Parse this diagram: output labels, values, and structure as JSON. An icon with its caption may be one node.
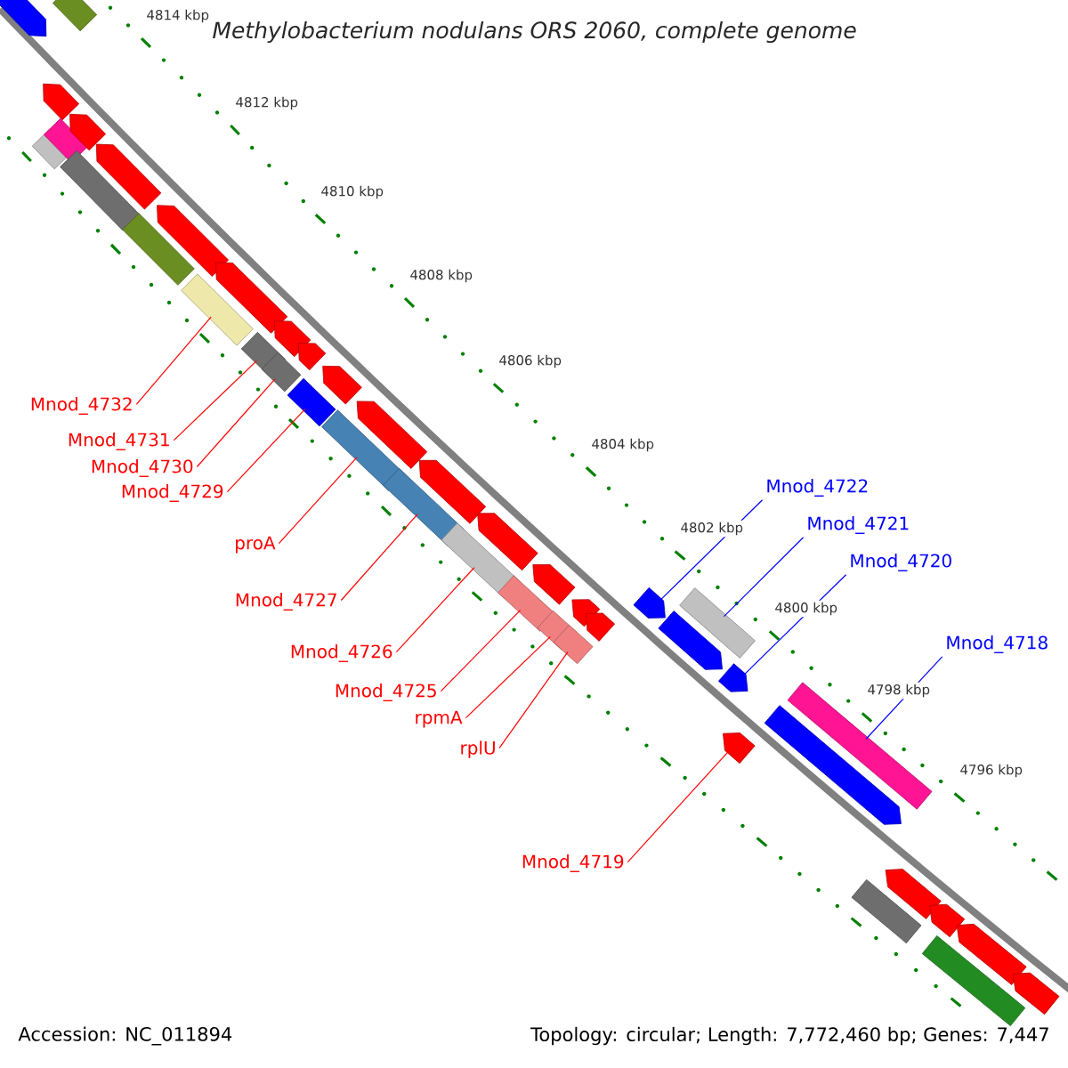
{
  "diagram": {
    "title": "Methylobacterium nodulans ORS 2060, complete genome",
    "nodes": [
      {
        "text": [
          "Mnod_4732"
        ]
      },
      {
        "text": [
          "Mnod_4731"
        ]
      },
      {
        "text": [
          "Mnod_4730"
        ]
      },
      {
        "text": [
          "Mnod_4729"
        ]
      },
      {
        "text": [
          "proA"
        ]
      },
      {
        "text": [
          "Mnod_4727"
        ]
      },
      {
        "text": [
          "Mnod_4726"
        ]
      },
      {
        "text": [
          "Mnod_4725"
        ]
      },
      {
        "text": [
          "rpmA"
        ]
      },
      {
        "text": [
          "rplU"
        ]
      },
      {
        "text": [
          "Mnod_4719"
        ]
      },
      {
        "text": [
          "Mnod_4722"
        ]
      },
      {
        "text": [
          "Mnod_4721"
        ]
      },
      {
        "text": [
          "Mnod_4720"
        ]
      },
      {
        "text": [
          "Mnod_4718"
        ]
      },
      {
        "text": [],
        "shape": "box"
      },
      {
        "text": [],
        "shape": "box"
      },
      {
        "text": [],
        "shape": "box"
      },
      {
        "text": [],
        "shape": "box"
      },
      {
        "text": [],
        "shape": "box"
      },
      {
        "text": [],
        "shape": "box"
      },
      {
        "text": [],
        "shape": "box"
      },
      {
        "text": [],
        "shape": "box"
      },
      {
        "text": [],
        "shape": "box"
      },
      {
        "text": [],
        "shape": "box"
      },
      {
        "text": [],
        "shape": "arrow"
      },
      {
        "text": [],
        "shape": "arrow"
      },
      {
        "text": [],
        "shape": "box"
      },
      {
        "text": [],
        "shape": "arrow"
      },
      {
        "text": [],
        "shape": "box"
      },
      {
        "text": [],
        "shape": "arrow"
      },
      {
        "text": [],
        "shape": "box"
      },
      {
        "text": [],
        "shape": "arrow"
      },
      {
        "text": [],
        "shape": "box"
      },
      {
        "text": [],
        "shape": "box"
      },
      {
        "text": [],
        "shape": "arrow"
      },
      {
        "text": [],
        "shape": "box"
      },
      {
        "text": [],
        "shape": "arrow"
      },
      {
        "text": [],
        "shape": "box"
      },
      {
        "text": [],
        "shape": "arrow"
      },
      {
        "text": [],
        "shape": "arrow"
      },
      {
        "text": [],
        "shape": "arrow"
      },
      {
        "text": [],
        "shape": "arrow"
      },
      {
        "text": [],
        "shape": "arrow"
      },
      {
        "text": [],
        "shape": "arrow"
      },
      {
        "text": [],
        "shape": "arrow"
      },
      {
        "text": [],
        "shape": "arrow"
      },
      {
        "text": [],
        "shape": "arrow"
      },
      {
        "text": [],
        "shape": "arrow"
      },
      {
        "text": [],
        "shape": "arrow"
      },
      {
        "text": [],
        "shape": "arrow"
      },
      {
        "text": [],
        "shape": "arrow"
      },
      {
        "text": [],
        "shape": "box"
      },
      {
        "text": [],
        "shape": "arrow"
      },
      {
        "text": [],
        "shape": "arrow"
      },
      {
        "text": [],
        "shape": "box"
      },
      {
        "text": [],
        "shape": "arrow"
      },
      {
        "text": [],
        "shape": "arrow"
      }
    ],
    "edges": [
      {
        "from": 0,
        "to": 15,
        "arrow": "none"
      },
      {
        "from": 1,
        "to": 16,
        "arrow": "none"
      },
      {
        "from": 2,
        "to": 17,
        "arrow": "none"
      },
      {
        "from": 3,
        "to": 18,
        "arrow": "none"
      },
      {
        "from": 4,
        "to": 19,
        "arrow": "none"
      },
      {
        "from": 5,
        "to": 20,
        "arrow": "none"
      },
      {
        "from": 6,
        "to": 21,
        "arrow": "none"
      },
      {
        "from": 7,
        "to": 22,
        "arrow": "none"
      },
      {
        "from": 8,
        "to": 23,
        "arrow": "none"
      },
      {
        "from": 9,
        "to": 24,
        "arrow": "none"
      },
      {
        "from": 10,
        "to": 25,
        "arrow": "none"
      },
      {
        "from": 11,
        "to": 26,
        "arrow": "none",
        "color": "#0000ff"
      },
      {
        "from": 12,
        "to": 27,
        "arrow": "none",
        "color": "#0000ff"
      },
      {
        "from": 13,
        "to": 28,
        "arrow": "none",
        "color": "#0000ff"
      },
      {
        "from": 14,
        "to": 29,
        "arrow": "none",
        "color": "#0000ff"
      }
    ],
    "labels": [
      "4814 kbp",
      "4812 kbp",
      "4810 kbp",
      "4808 kbp",
      "4806 kbp",
      "4804 kbp",
      "4802 kbp",
      "4800 kbp",
      "4798 kbp",
      "4796 kbp",
      "Accession: NC_011894",
      "Topology: circular; Length: 7,772,460 bp; Genes: 7,447"
    ]
  }
}
